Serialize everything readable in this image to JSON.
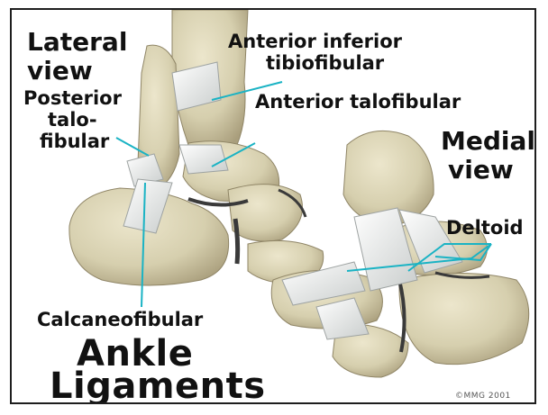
{
  "diagram": {
    "title_line1": "Ankle",
    "title_line2": "Ligaments",
    "views": {
      "lateral_line1": "Lateral",
      "lateral_line2": "view",
      "medial_line1": "Medial",
      "medial_line2": "view"
    },
    "labels": {
      "anterior_inferior_1": "Anterior inferior",
      "anterior_inferior_2": "tibiofibular",
      "anterior_talofibular": "Anterior talofibular",
      "posterior_1": "Posterior",
      "posterior_2": "talo-",
      "posterior_3": "fibular",
      "deltoid": "Deltoid",
      "calcaneofibular": "Calcaneofibular"
    },
    "credit": "©MMG 2001",
    "colors": {
      "bone": "#d9d2b4",
      "bone_shadow": "#a59a78",
      "ligament": "#f2f4f2",
      "pointer": "#1ab3c4",
      "joint": "#3a3a3a"
    }
  }
}
